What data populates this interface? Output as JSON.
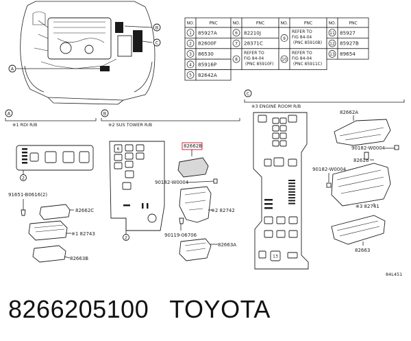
{
  "engine_callouts": [
    "A",
    "B",
    "C"
  ],
  "table": {
    "headers": [
      "NO.",
      "PNC"
    ],
    "rows": [
      [
        {
          "no": "1",
          "pnc": "85927A"
        },
        {
          "no": "6",
          "pnc": "82210J"
        },
        {
          "no": "9",
          "pnc": "REFER TO",
          "sub": "FIG 84-04",
          "sub2": "(PNC 85910B)"
        },
        {
          "no": "11",
          "pnc": "85927"
        }
      ],
      [
        {
          "no": "2",
          "pnc": "82600F"
        },
        {
          "no": "7",
          "pnc": "28371C"
        },
        null,
        {
          "no": "12",
          "pnc": "85927B"
        }
      ],
      [
        {
          "no": "3",
          "pnc": "86530"
        },
        {
          "no": "8",
          "pnc": "REFER TO",
          "sub": "FIG 84-04",
          "sub2": "(PNC 85910F)"
        },
        {
          "no": "10",
          "pnc": "REFER TO",
          "sub": "FIG 84-04",
          "sub2": "(PNC 85911C)"
        },
        {
          "no": "13",
          "pnc": "89654"
        }
      ],
      [
        {
          "no": "4",
          "pnc": "85916P"
        },
        null,
        null,
        null
      ],
      [
        {
          "no": "5",
          "pnc": "82642A"
        },
        null,
        null,
        null
      ]
    ]
  },
  "sections": {
    "A": {
      "letter": "A",
      "title": "※1 RDI R/B"
    },
    "B": {
      "letter": "B",
      "title": "※2 SUS TOWER R/B"
    },
    "C": {
      "letter": "C",
      "title": "※3 ENGINE ROOM R/B"
    }
  },
  "labels": {
    "a_91651": "91651-B0616(2)",
    "a_82662c": "82662C",
    "a_82743": "※1 82743",
    "a_82663b": "82663B",
    "a_call2": "2",
    "b_call6": "6",
    "b_call2": "2",
    "b_82662b": "82662B",
    "b_90182": "90182-W0004",
    "b_82742": "※2 82742",
    "b_90119": "90119-06706",
    "b_82663a": "82663A",
    "c_82662a": "82662A",
    "c_90182a": "90182-W0004",
    "c_82616": "82616",
    "c_90182b": "90182-W0004",
    "c_82741": "※3 82741",
    "c_82663": "82663",
    "c_call13": "13"
  },
  "ref_code": "84L451",
  "footer": {
    "part_number": "8266205100",
    "brand": "TOYOTA"
  }
}
